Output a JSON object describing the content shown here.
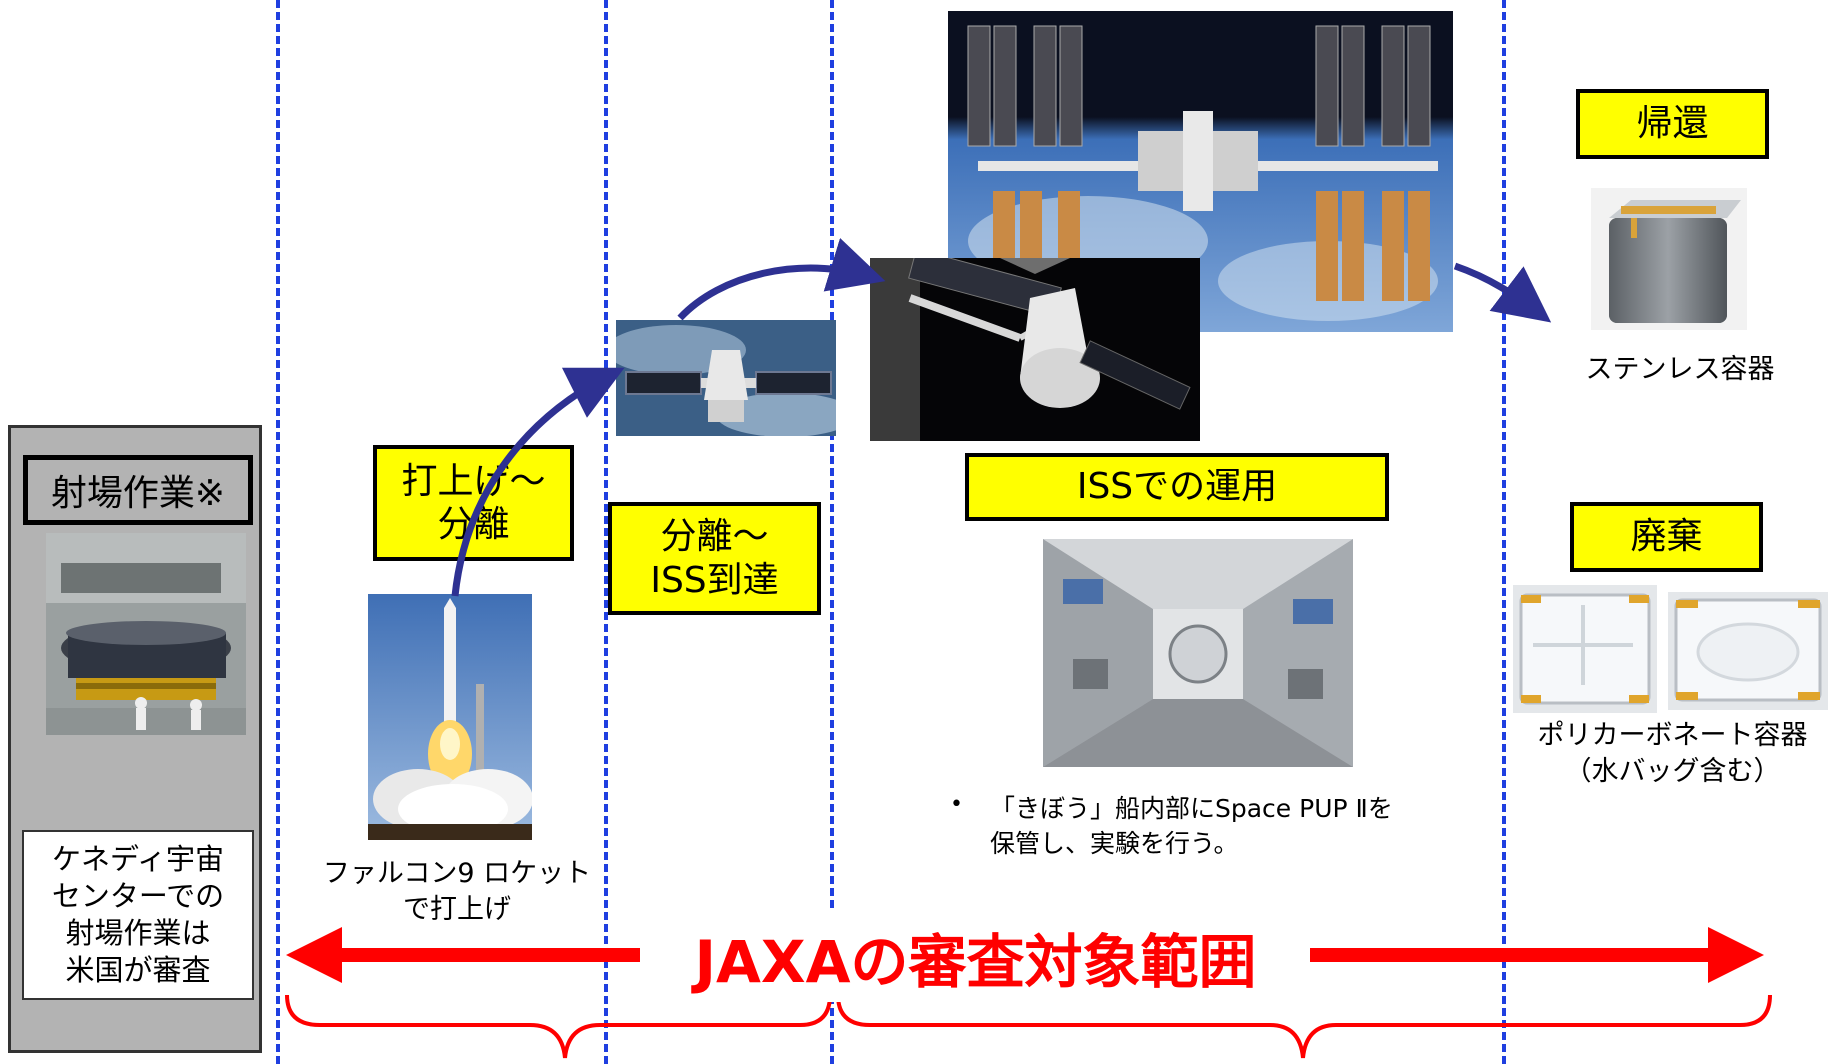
{
  "left_panel": {
    "title": "射場作業※",
    "note": "ケネディ宇宙\nセンターでの\n射場作業は\n米国が審査"
  },
  "stages": {
    "launch_label": "打上げ～\n分離",
    "separation_label": "分離～\nISS到達",
    "iss_label": "ISSでの運用",
    "return_label": "帰還",
    "disposal_label": "廃棄"
  },
  "captions": {
    "rocket": "ファルコン9 ロケット\nで打上げ",
    "stainless": "ステンレス容器",
    "polycarbonate": "ポリカーボネート容器\n（水バッグ含む）",
    "iss_bullet": "「きぼう」船内部にSpace PUP Ⅱを\n保管し、実験を行う。"
  },
  "scope_label": "JAXAの審査対象範囲",
  "colors": {
    "label_bg": "#ffff00",
    "divider": "#1f3fe0",
    "scope_arrow": "#ff0000",
    "flow_arrow": "#2e3192",
    "panel_bg": "#b3b3b3"
  }
}
